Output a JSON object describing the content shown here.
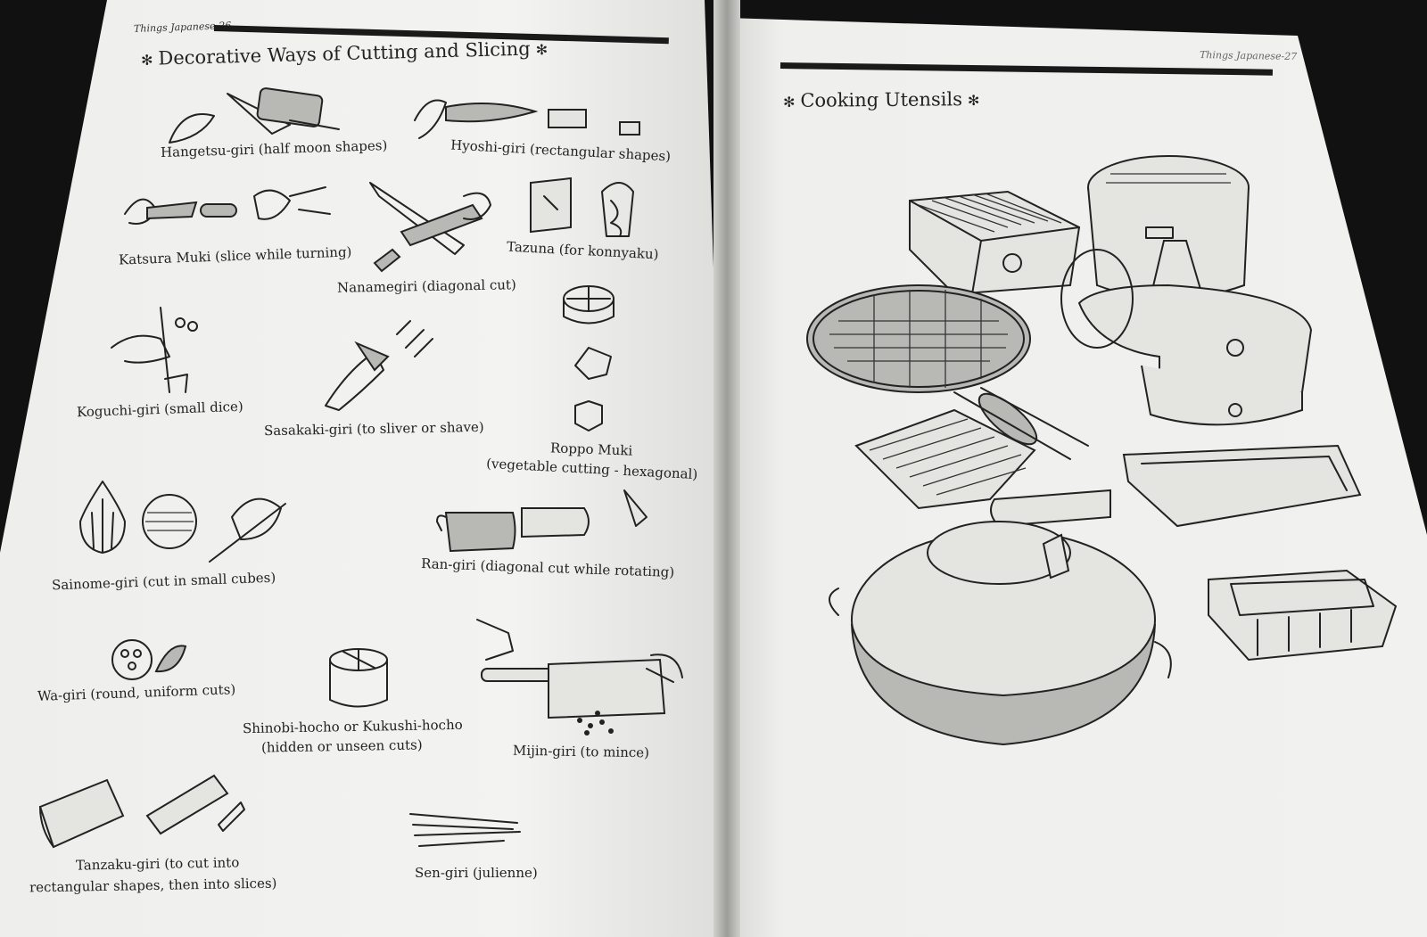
{
  "left_page": {
    "running_head": "Things Japanese-26",
    "title": "Decorative Ways of Cutting and Slicing",
    "star_glyph": "✻",
    "captions": {
      "hangetsu": "Hangetsu-giri (half moon shapes)",
      "hyoshi": "Hyoshi-giri (rectangular shapes)",
      "katsura": "Katsura Muki (slice while turning)",
      "nanamegiri": "Nanamegiri (diagonal cut)",
      "tazuna": "Tazuna (for konnyaku)",
      "koguchi": "Koguchi-giri (small dice)",
      "sasakaki": "Sasakaki-giri (to sliver or shave)",
      "roppo_line1": "Roppo Muki",
      "roppo_line2": "(vegetable cutting - hexagonal)",
      "sainome": "Sainome-giri (cut in small cubes)",
      "rangiri": "Ran-giri (diagonal cut while rotating)",
      "wagiri": "Wa-giri (round, uniform cuts)",
      "shinobi_line1": "Shinobi-hocho or Kukushi-hocho",
      "shinobi_line2": "(hidden or unseen cuts)",
      "mijin": "Mijin-giri (to mince)",
      "tanzaku_line1": "Tanzaku-giri (to cut into",
      "tanzaku_line2": "rectangular shapes, then into slices)",
      "sengiri": "Sen-giri (julienne)"
    }
  },
  "right_page": {
    "running_head": "Things Japanese-27",
    "title": "Cooking Utensils",
    "star_glyph": "✻"
  }
}
